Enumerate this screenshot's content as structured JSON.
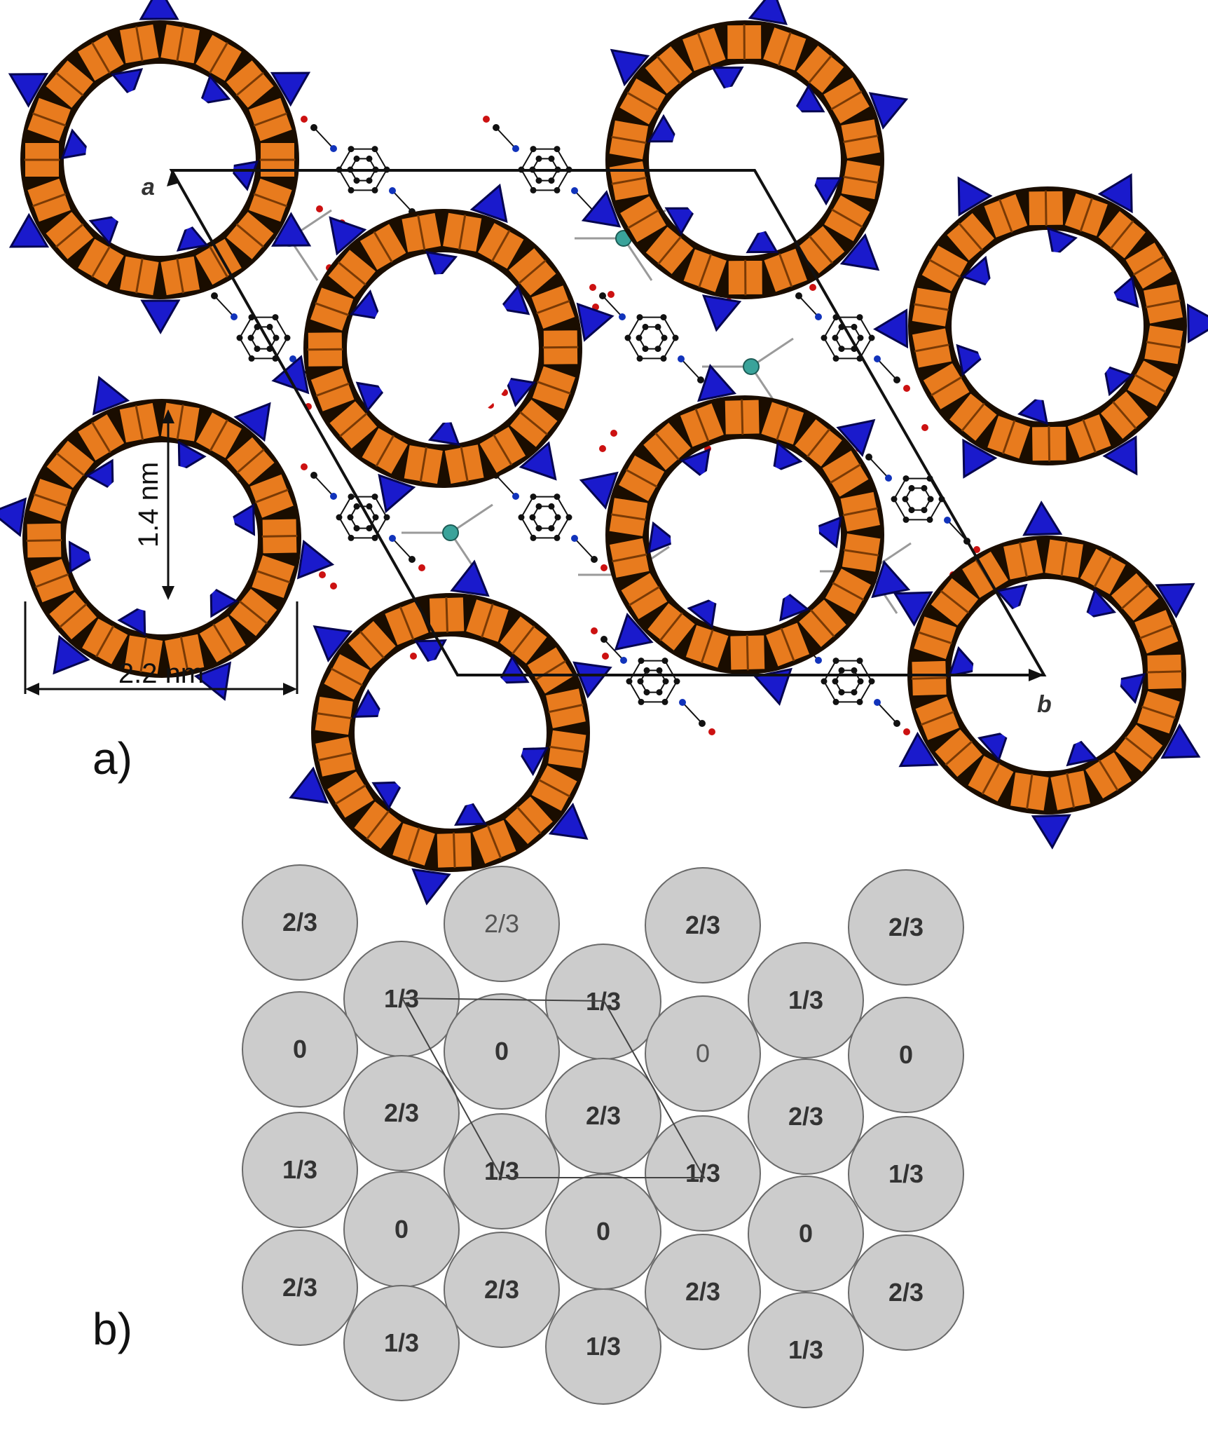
{
  "panel_a": {
    "label": "a)",
    "axis_a": "a",
    "axis_b": "b",
    "dim_height": "1.4 nm",
    "dim_width": "2.2 nm",
    "colors": {
      "octahedra": "#e87b1e",
      "tetrahedra": "#1a1acc",
      "outline": "#1a0d00",
      "linker": "#111111",
      "oxygen": "#cc1111",
      "nitrogen": "#1133bb",
      "metal": "#3aa39a"
    }
  },
  "panel_b": {
    "label": "b)",
    "disc_color": "#cccccc",
    "discs": [
      {
        "label": "2/3"
      },
      {
        "label": "2/3"
      },
      {
        "label": "2/3"
      },
      {
        "label": "2/3"
      },
      {
        "label": "1/3"
      },
      {
        "label": "1/3"
      },
      {
        "label": "1/3"
      },
      {
        "label": "0"
      },
      {
        "label": "0"
      },
      {
        "label": "0"
      },
      {
        "label": "0"
      },
      {
        "label": "2/3"
      },
      {
        "label": "2/3"
      },
      {
        "label": "2/3"
      },
      {
        "label": "1/3"
      },
      {
        "label": "1/3"
      },
      {
        "label": "1/3"
      },
      {
        "label": "1/3"
      },
      {
        "label": "0"
      },
      {
        "label": "0"
      },
      {
        "label": "0"
      },
      {
        "label": "2/3"
      },
      {
        "label": "2/3"
      },
      {
        "label": "2/3"
      },
      {
        "label": "2/3"
      },
      {
        "label": "1/3"
      },
      {
        "label": "1/3"
      },
      {
        "label": "1/3"
      }
    ]
  }
}
